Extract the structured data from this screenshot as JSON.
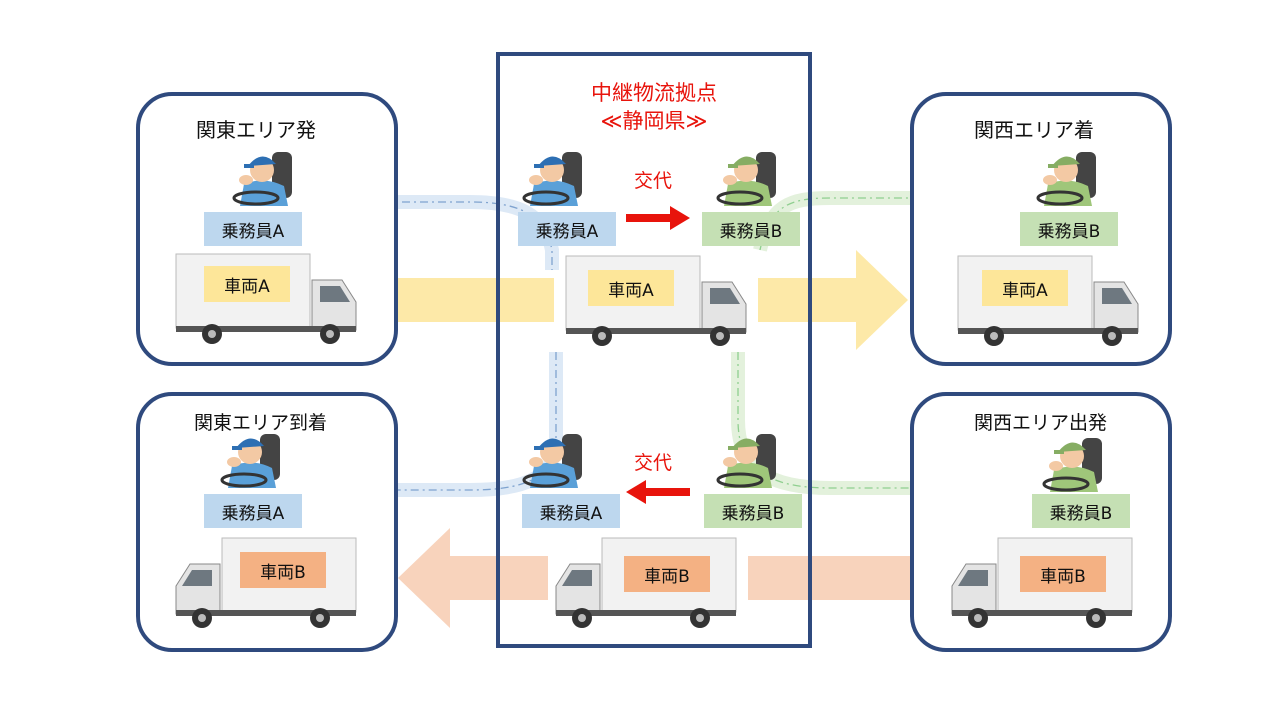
{
  "hub": {
    "line1": "中継物流拠点",
    "line2": "≪静岡県≫",
    "swap_top": "交代",
    "swap_bottom": "交代"
  },
  "areas": {
    "kanto_depart": "関東エリア発",
    "kansai_arrive": "関西エリア着",
    "kanto_arrive": "関東エリア到着",
    "kansai_depart": "関西エリア出発"
  },
  "crew": {
    "a": "乗務員A",
    "b": "乗務員B"
  },
  "vehicle": {
    "a": "車両A",
    "b": "車両B"
  },
  "colors": {
    "box_border": "#2f4a7e",
    "crew_a": "#bdd7ee",
    "crew_b": "#c5e0b4",
    "vehicle_a": "#fde699",
    "vehicle_b": "#f4b183",
    "accent_red": "#e8140c"
  },
  "icons": [
    "driver-a-icon",
    "driver-b-icon",
    "truck-icon",
    "red-arrow-icon",
    "flow-arrow-icon"
  ]
}
